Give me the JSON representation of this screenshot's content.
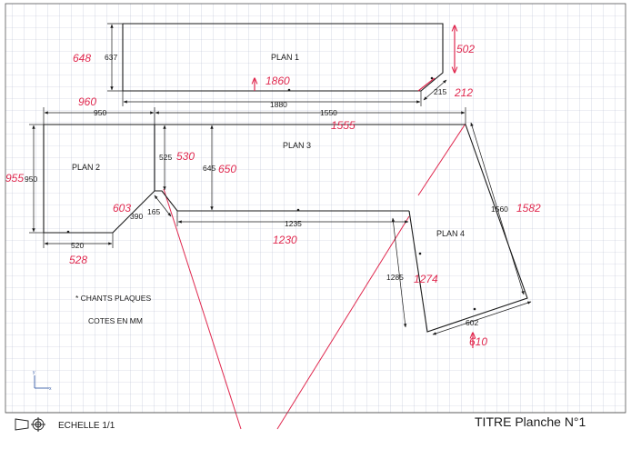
{
  "drawing": {
    "plans": {
      "plan1": "PLAN 1",
      "plan2": "PLAN 2",
      "plan3": "PLAN 3",
      "plan4": "PLAN 4"
    },
    "printed_dimensions": {
      "p1_height": "637",
      "p1_width": "1880",
      "p1_corner": "215",
      "top_950": "950",
      "top_1550": "1550",
      "p2_height": "950",
      "p2_bottom": "520",
      "diag_390": "390",
      "small_165": "165",
      "p3_525": "525",
      "p3_645": "645",
      "p3_1235": "1235",
      "p4_1560": "1560",
      "p4_1285": "1285",
      "p4_602": "602"
    },
    "handwritten_dimensions": {
      "h648": "648",
      "h502": "502",
      "h1860": "1860",
      "h212": "212",
      "h960": "960",
      "h1555": "1555",
      "h955": "955",
      "h530": "530",
      "h650": "650",
      "h603": "603",
      "h528": "528",
      "h1230": "1230",
      "h1582": "1582",
      "h1274": "1274",
      "h610": "610"
    },
    "notes": {
      "chants": "* CHANTS PLAQUES",
      "cotes": "COTES EN MM"
    }
  },
  "title_block": {
    "scale": "ECHELLE 1/1",
    "title": "TITRE Planche N°1"
  },
  "colors": {
    "grid": "#b9c0d2",
    "ink": "#1a1a1a",
    "handwriting": "#e0294f"
  },
  "icons": {
    "projection": "projection-symbol-icon",
    "axes": "axes-icon"
  }
}
